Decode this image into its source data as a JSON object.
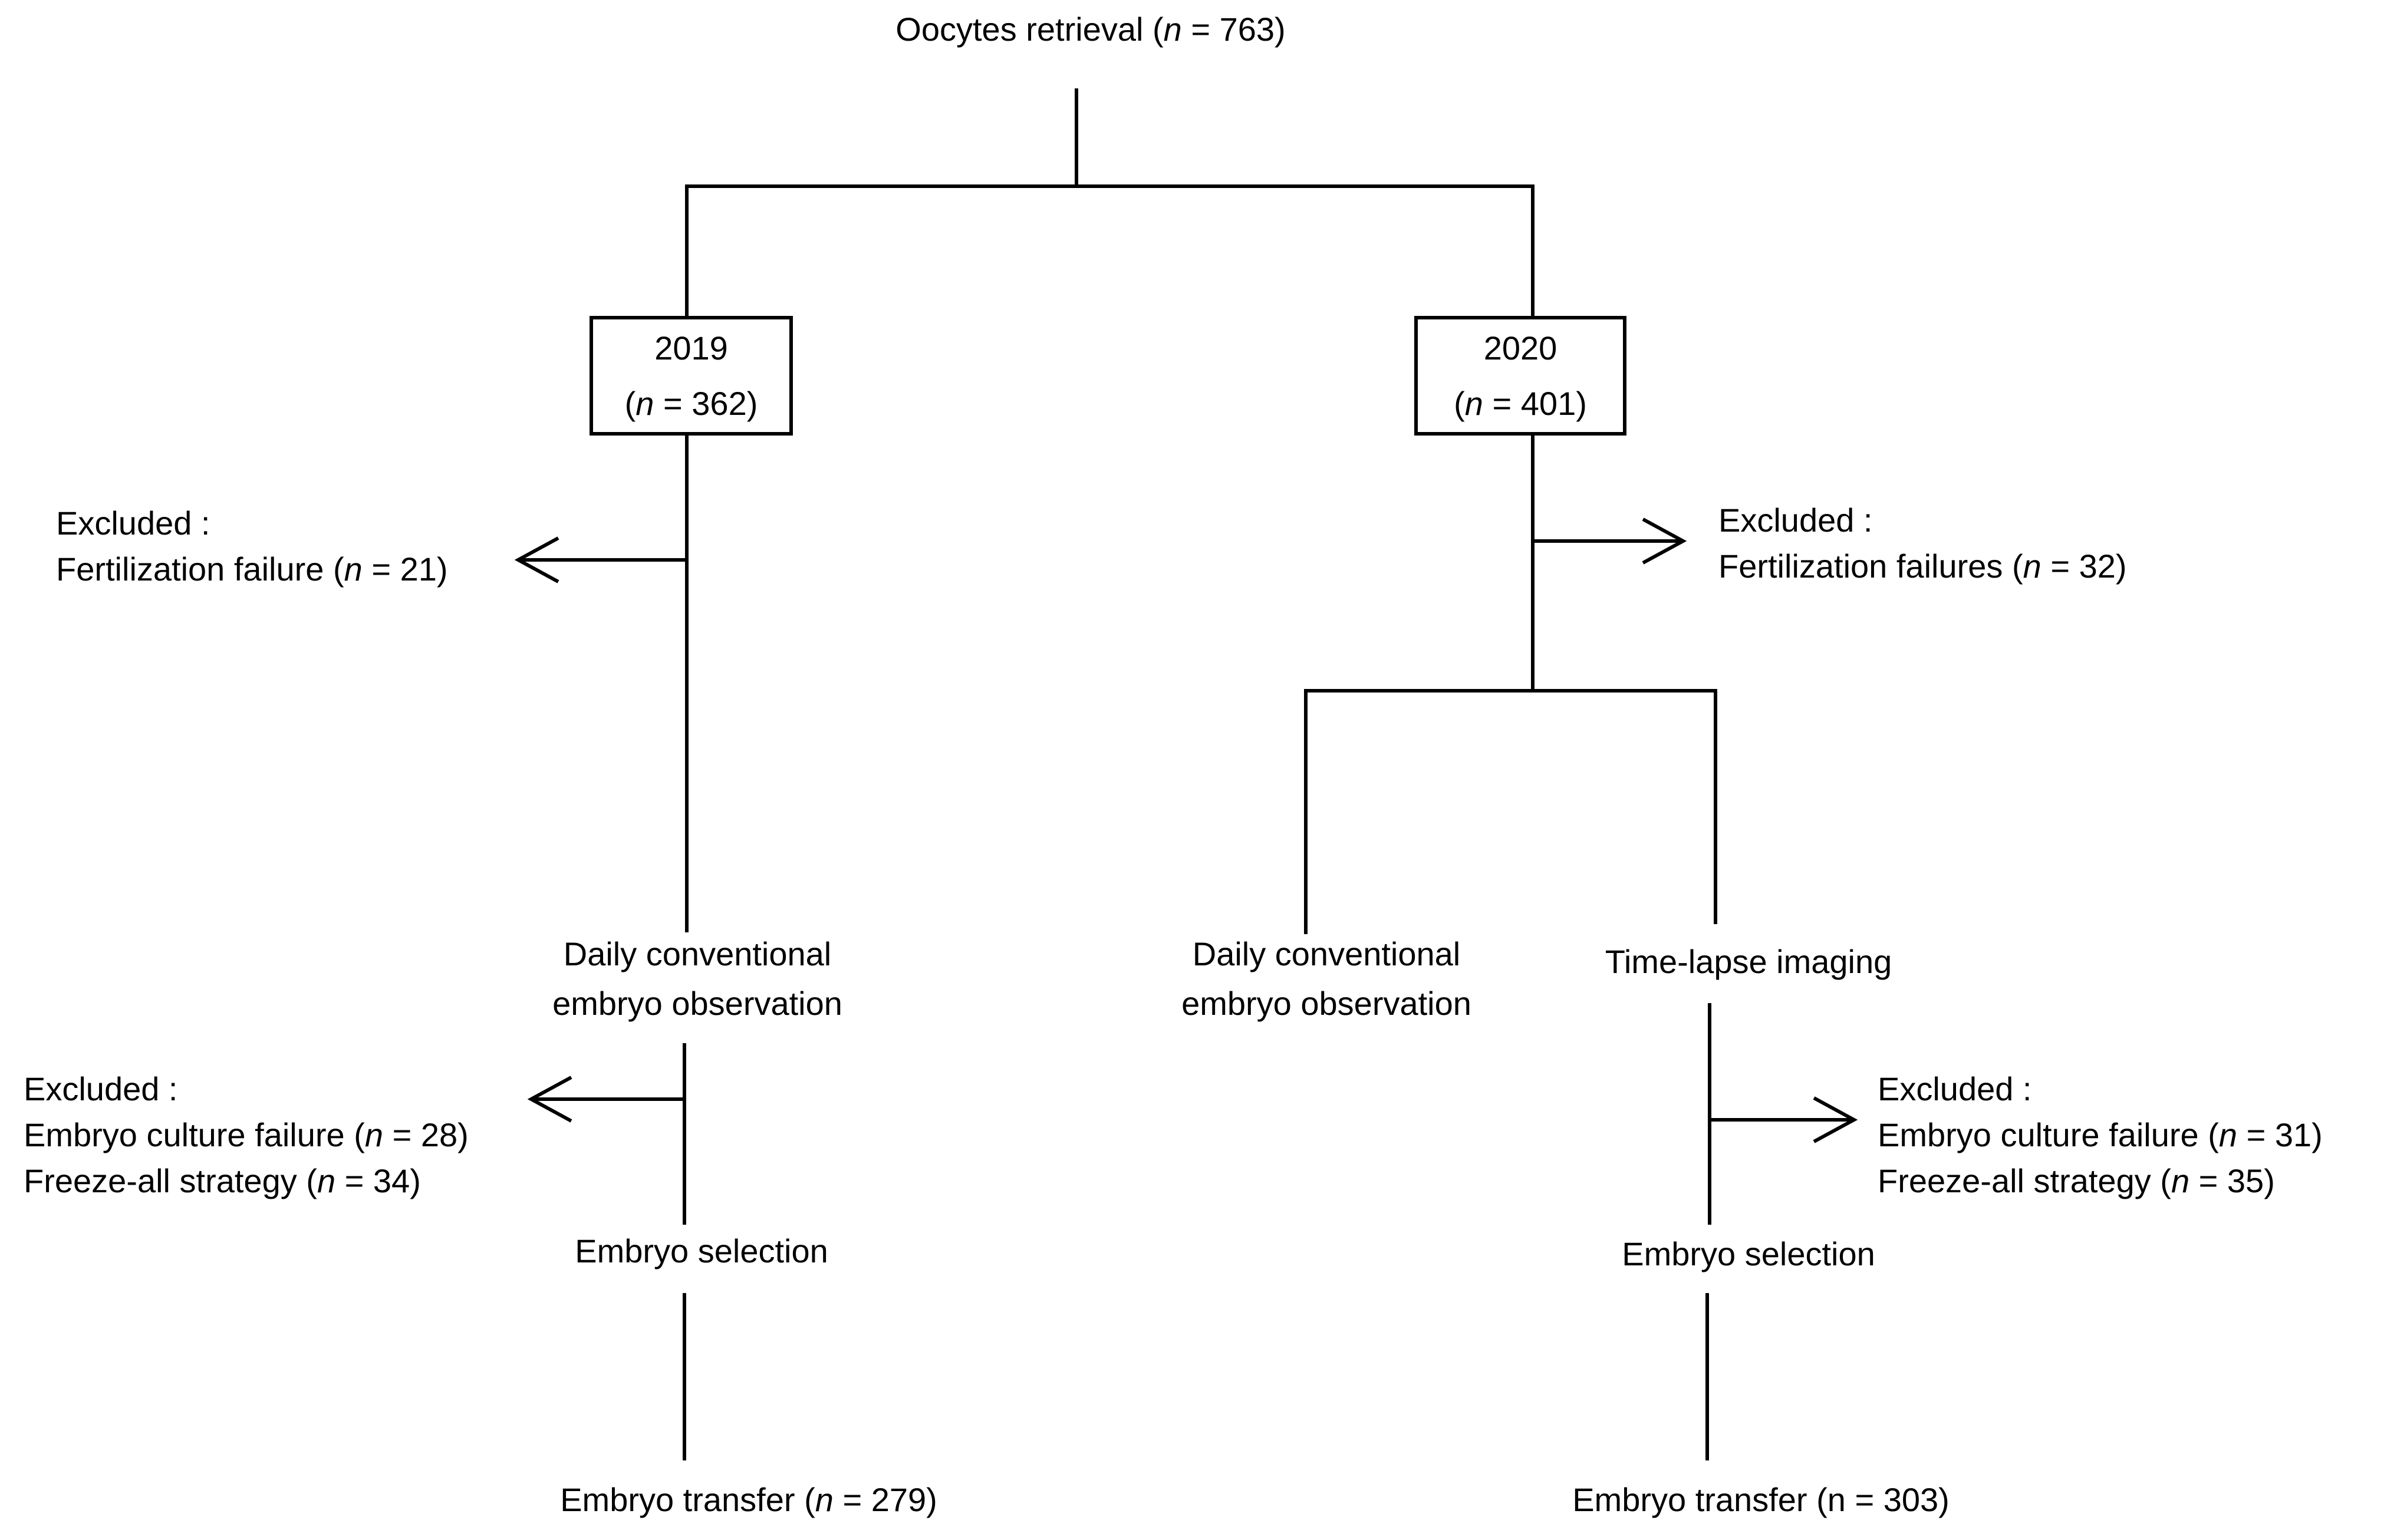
{
  "colors": {
    "background": "#ffffff",
    "line": "#000000",
    "text": "#000000"
  },
  "flowchart": {
    "title": {
      "pre": "Oocytes retrieval (",
      "n": "n",
      "post": " = 763)"
    },
    "year_2019": {
      "box": {
        "year": "2019",
        "pre": "(",
        "n": "n",
        "post": " = 362)"
      },
      "excluded_fertilization": {
        "header": "Excluded :",
        "item": {
          "pre": "Fertilization failure (",
          "n": "n",
          "post": " = 21)"
        }
      },
      "observation": {
        "line1": "Daily conventional",
        "line2": "embryo observation"
      },
      "excluded_culture": {
        "header": "Excluded :",
        "item1": {
          "pre": "Embryo culture failure (",
          "n": "n",
          "post": " = 28)"
        },
        "item2": {
          "pre": "Freeze-all strategy (",
          "n": "n",
          "post": " = 34)"
        }
      },
      "selection": {
        "label": "Embryo selection"
      },
      "transfer": {
        "pre": "Embryo transfer (",
        "n": "n",
        "post": " = 279)"
      }
    },
    "year_2020": {
      "box": {
        "year": "2020",
        "pre": "(",
        "n": "n",
        "post": " = 401)"
      },
      "excluded_fertilization": {
        "header": "Excluded :",
        "item": {
          "pre": "Fertilization failures (",
          "n": "n",
          "post": " = 32)"
        }
      },
      "observation": {
        "line1": "Daily conventional",
        "line2": "embryo observation"
      },
      "timelapse": {
        "label": "Time-lapse imaging"
      },
      "excluded_culture": {
        "header": "Excluded :",
        "item1": {
          "pre": "Embryo culture failure (",
          "n": "n",
          "post": " = 31)"
        },
        "item2": {
          "pre": "Freeze-all strategy (",
          "n": "n",
          "post": " = 35)"
        }
      },
      "selection": {
        "label": "Embryo selection"
      },
      "transfer": {
        "text": "Embryo transfer (n = 303)"
      }
    }
  }
}
